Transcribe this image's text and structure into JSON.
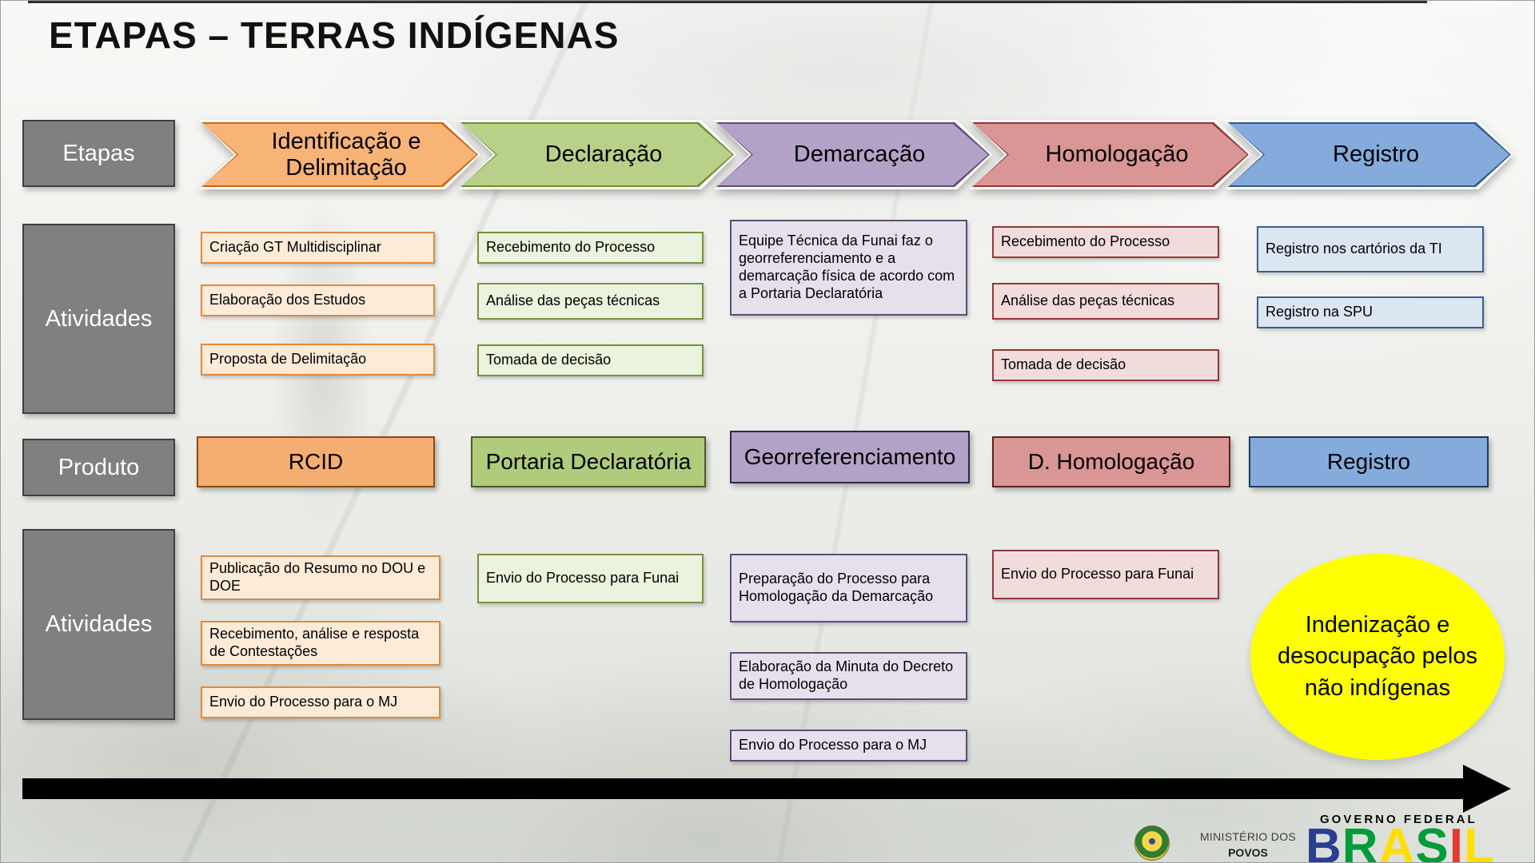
{
  "title": "ETAPAS – TERRAS INDÍGENAS",
  "row_labels": {
    "etapas": "Etapas",
    "atividades_top": "Atividades",
    "produto": "Produto",
    "atividades_bottom": "Atividades"
  },
  "palette": {
    "label_fill": "#808080",
    "label_border": "#404040",
    "ellipse_fill": "#FFFF00",
    "timeline": "#000000"
  },
  "stages": [
    {
      "name": "Identificação e Delimitação",
      "colors": {
        "arrow_fill": "#F8B377",
        "arrow_border": "#C9650F",
        "box_fill": "#FDEBD8",
        "box_border": "#DE8A3F",
        "prod_fill": "#F5AE71",
        "prod_border": "#8C4B10"
      },
      "activities_top": [
        "Criação GT Multidisciplinar",
        "Elaboração dos Estudos",
        "Proposta de Delimitação"
      ],
      "produto": "RCID",
      "activities_bottom": [
        "Publicação do Resumo no DOU e DOE",
        "Recebimento, análise e resposta de Contestações",
        "Envio do Processo para o MJ"
      ]
    },
    {
      "name": "Declaração",
      "colors": {
        "arrow_fill": "#B9D089",
        "arrow_border": "#6E8B35",
        "box_fill": "#EBF2DD",
        "box_border": "#77933C",
        "prod_fill": "#B0CB7C",
        "prod_border": "#4A5D26"
      },
      "activities_top": [
        "Recebimento do Processo",
        "Análise das peças técnicas",
        "Tomada de decisão"
      ],
      "produto": "Portaria Declaratória",
      "activities_bottom": [
        "Envio do Processo para Funai"
      ]
    },
    {
      "name": "Demarcação",
      "colors": {
        "arrow_fill": "#B3A2C7",
        "arrow_border": "#5F4A7D",
        "box_fill": "#E6E0EC",
        "box_border": "#604A7B",
        "prod_fill": "#B3A2C7",
        "prod_border": "#312846"
      },
      "activities_top": [
        "Equipe Técnica da Funai faz o georreferenciamento e a demarcação física de acordo com a Portaria Declaratória"
      ],
      "produto": "Georreferenciamento",
      "activities_bottom": [
        "Preparação do Processo para Homologação da Demarcação",
        "Elaboração da Minuta do Decreto de Homologação",
        "Envio do Processo para o MJ"
      ]
    },
    {
      "name": "Homologação",
      "colors": {
        "arrow_fill": "#D99694",
        "arrow_border": "#943634",
        "box_fill": "#F2DCDB",
        "box_border": "#953735",
        "prod_fill": "#D99694",
        "prod_border": "#5E2120"
      },
      "activities_top": [
        "Recebimento do Processo",
        "Análise das peças técnicas",
        "Tomada de decisão"
      ],
      "produto": "D. Homologação",
      "activities_bottom": [
        "Envio do Processo para Funai"
      ]
    },
    {
      "name": "Registro",
      "colors": {
        "arrow_fill": "#84ABDB",
        "arrow_border": "#2F5B8E",
        "box_fill": "#DCE6F1",
        "box_border": "#376092",
        "prod_fill": "#84ABDB",
        "prod_border": "#1C3A5E"
      },
      "activities_top": [
        "Registro nos cartórios da TI",
        "Registro na SPU"
      ],
      "produto": "Registro",
      "activities_bottom": []
    }
  ],
  "final_note": "Indenização e desocupação pelos não indígenas",
  "footer": {
    "ministry_line1": "MINISTÉRIO DOS",
    "ministry_line2": "POVOS",
    "gov_label": "GOVERNO FEDERAL",
    "brasil": {
      "letters": [
        {
          "ch": "B",
          "color": "#2B3E90"
        },
        {
          "ch": "R",
          "color": "#009B3A"
        },
        {
          "ch": "A",
          "color": "#FFDF00"
        },
        {
          "ch": "S",
          "color": "#009B3A"
        },
        {
          "ch": "I",
          "color": "#E03C31"
        },
        {
          "ch": "L",
          "color": "#FFDF00"
        }
      ]
    }
  }
}
